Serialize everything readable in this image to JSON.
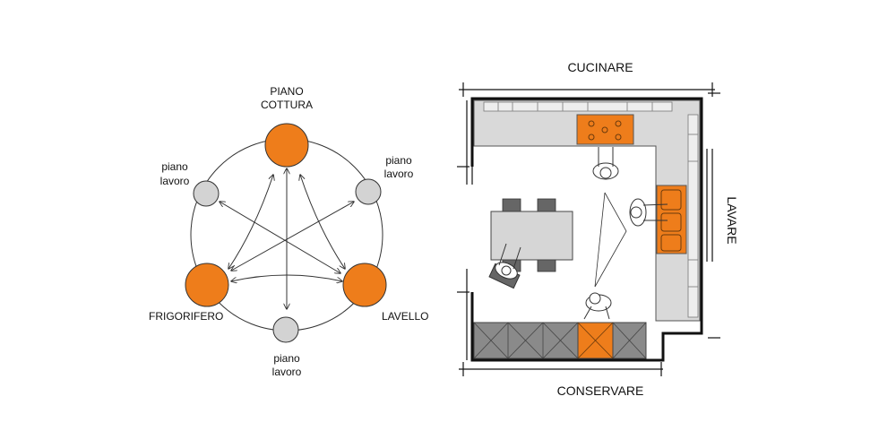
{
  "triangle": {
    "top_label_line1": "PIANO",
    "top_label_line2": "COTTURA",
    "left_label": "FRIGORIFERO",
    "right_label": "LAVELLO",
    "workspace_label_line1": "piano",
    "workspace_label_line2": "lavoro"
  },
  "plan": {
    "top_label": "CUCINARE",
    "right_label": "LAVARE",
    "bottom_label": "CONSERVARE"
  },
  "colors": {
    "orange": "#EE7D1B",
    "grey_node": "#D3D3D3",
    "counter": "#D9D9D9",
    "storage": "#8A8A8A",
    "table": "#D6D6D6",
    "chairs": "#666666"
  }
}
